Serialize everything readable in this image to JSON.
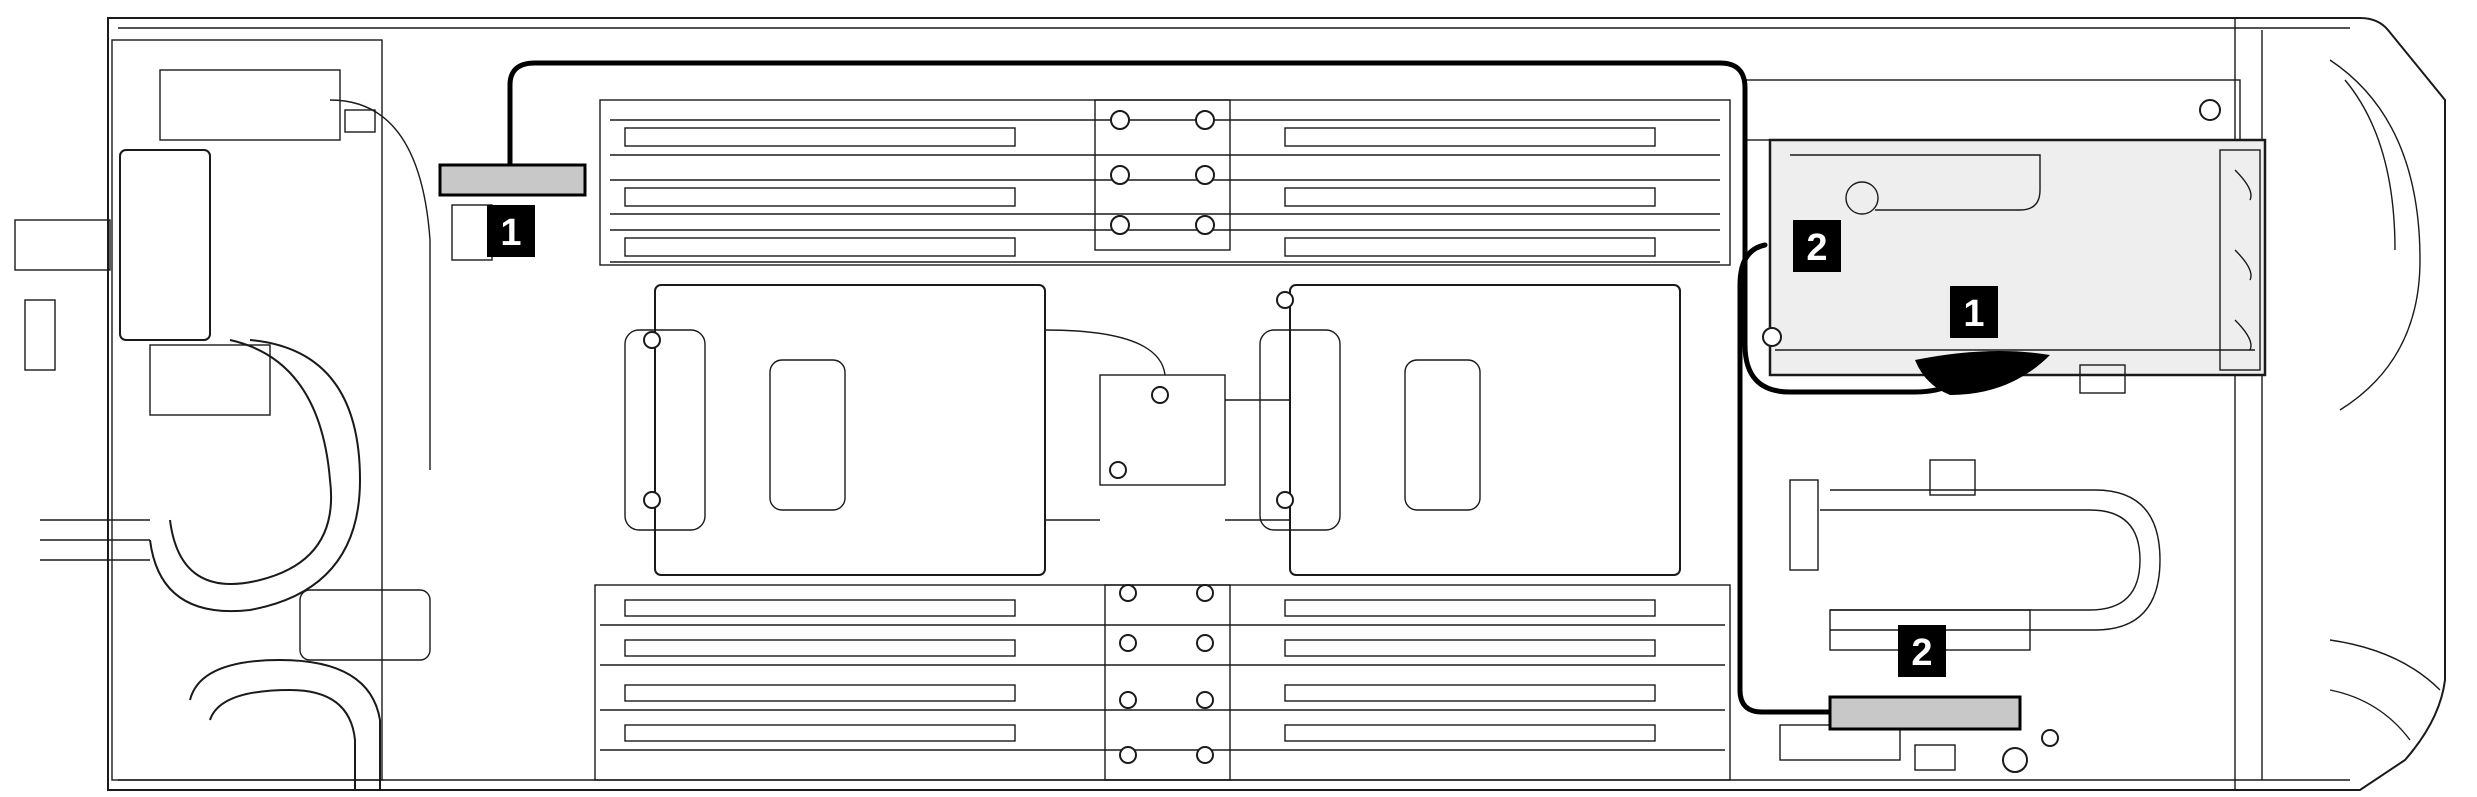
{
  "callouts": [
    {
      "id": "callout-1-top",
      "label": "1"
    },
    {
      "id": "callout-2-riser",
      "label": "2"
    },
    {
      "id": "callout-1-riser",
      "label": "1"
    },
    {
      "id": "callout-2-bottom",
      "label": "2"
    }
  ],
  "colors": {
    "cable": "#000000",
    "connector_fill": "#c8c8c8",
    "callout_bg": "#000000",
    "callout_text": "#ffffff",
    "line_art": "#1a1a1a"
  }
}
